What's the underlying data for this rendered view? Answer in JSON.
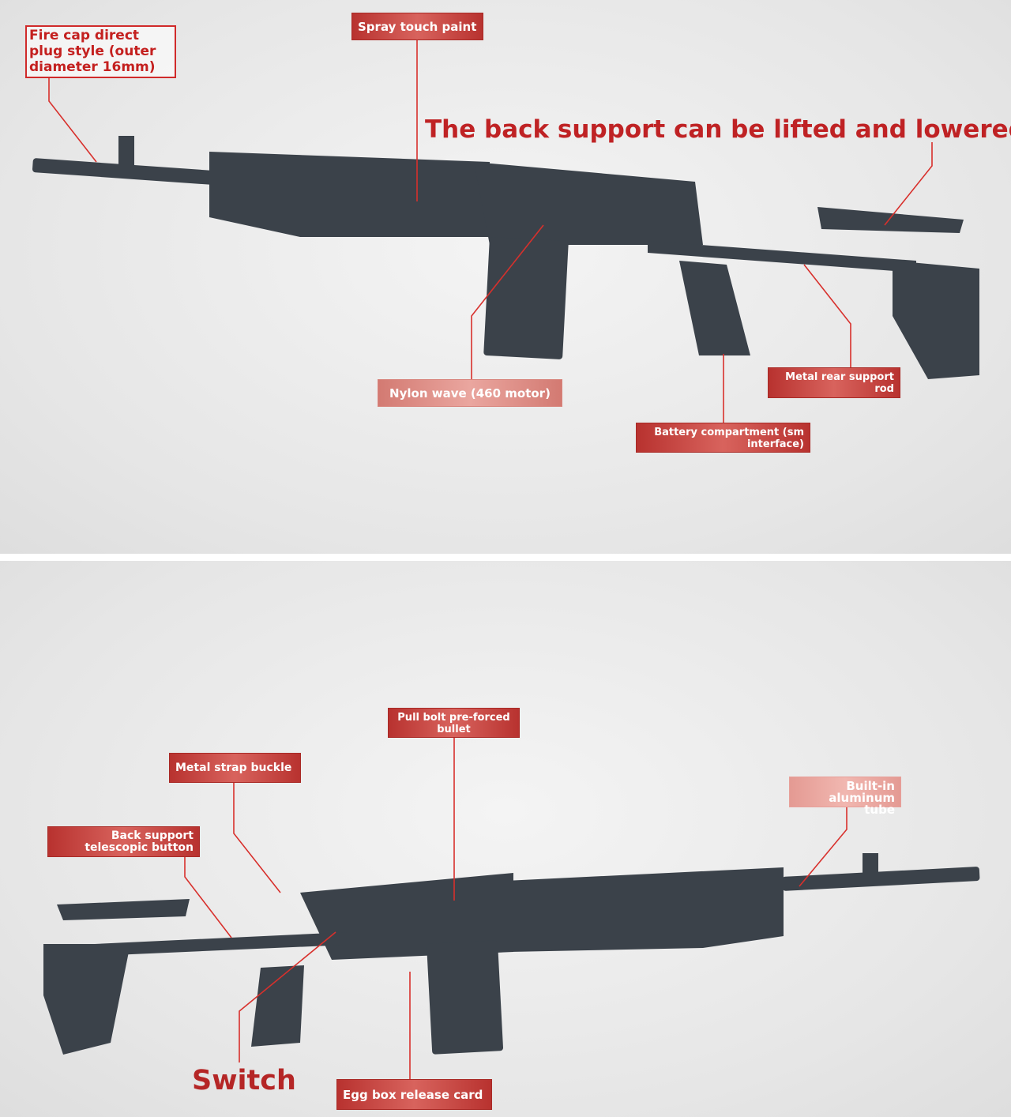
{
  "top_panel": {
    "headline": "The back support can be lifted and lowered",
    "labels": {
      "fire_cap": "Fire cap direct plug style (outer diameter 16mm)",
      "spray_paint": "Spray touch paint",
      "nylon_wave": "Nylon wave (460 motor)",
      "metal_rear_rod": "Metal rear support rod",
      "battery": "Battery compartment (sm interface)"
    }
  },
  "bottom_panel": {
    "labels": {
      "pull_bolt": "Pull bolt pre-forced bullet",
      "strap_buckle": "Metal strap buckle",
      "telescopic_button": "Back support telescopic button",
      "aluminum_tube": "Built-in aluminum tube",
      "switch": "Switch",
      "egg_box": "Egg box release card"
    }
  },
  "colors": {
    "accent_red": "#c4201f",
    "rifle": "#3b424a"
  }
}
